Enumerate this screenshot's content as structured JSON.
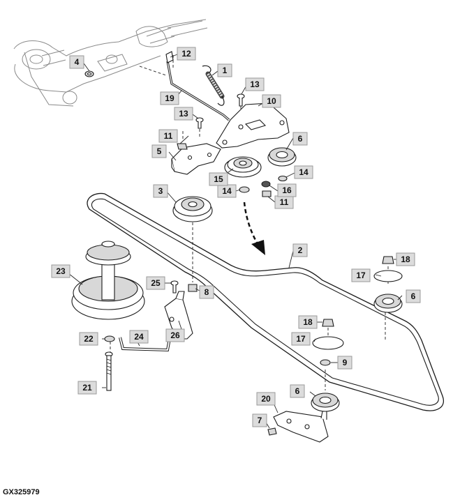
{
  "figure_code": "GX325979",
  "callouts": [
    {
      "id": "c1",
      "label": "1"
    },
    {
      "id": "c2",
      "label": "2"
    },
    {
      "id": "c3",
      "label": "3"
    },
    {
      "id": "c4",
      "label": "4"
    },
    {
      "id": "c5",
      "label": "5"
    },
    {
      "id": "c6a",
      "label": "6"
    },
    {
      "id": "c6b",
      "label": "6"
    },
    {
      "id": "c6c",
      "label": "6"
    },
    {
      "id": "c7",
      "label": "7"
    },
    {
      "id": "c8",
      "label": "8"
    },
    {
      "id": "c9",
      "label": "9"
    },
    {
      "id": "c10",
      "label": "10"
    },
    {
      "id": "c11a",
      "label": "11"
    },
    {
      "id": "c11b",
      "label": "11"
    },
    {
      "id": "c12",
      "label": "12"
    },
    {
      "id": "c13a",
      "label": "13"
    },
    {
      "id": "c13b",
      "label": "13"
    },
    {
      "id": "c14a",
      "label": "14"
    },
    {
      "id": "c14b",
      "label": "14"
    },
    {
      "id": "c15",
      "label": "15"
    },
    {
      "id": "c16",
      "label": "16"
    },
    {
      "id": "c17a",
      "label": "17"
    },
    {
      "id": "c17b",
      "label": "17"
    },
    {
      "id": "c18a",
      "label": "18"
    },
    {
      "id": "c18b",
      "label": "18"
    },
    {
      "id": "c19",
      "label": "19"
    },
    {
      "id": "c20",
      "label": "20"
    },
    {
      "id": "c21",
      "label": "21"
    },
    {
      "id": "c22",
      "label": "22"
    },
    {
      "id": "c23",
      "label": "23"
    },
    {
      "id": "c24",
      "label": "24"
    },
    {
      "id": "c25",
      "label": "25"
    },
    {
      "id": "c26",
      "label": "26"
    }
  ]
}
